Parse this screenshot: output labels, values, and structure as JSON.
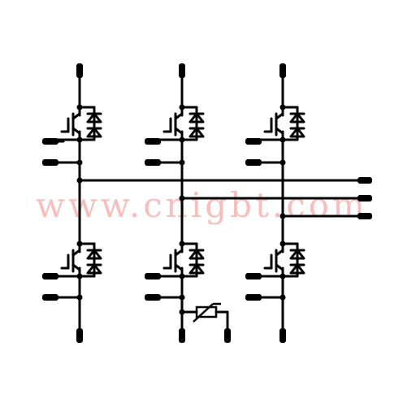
{
  "watermark": {
    "text": "www.cnigbt.com",
    "color": "#f6b3b3"
  },
  "diagram": {
    "kind": "three-phase IGBT bridge schematic",
    "legs": [
      {
        "name": "leg-1",
        "switches": [
          "igbt-with-diodes",
          "igbt-with-diodes"
        ]
      },
      {
        "name": "leg-2",
        "switches": [
          "igbt-with-diodes",
          "igbt-with-diodes"
        ]
      },
      {
        "name": "leg-3",
        "switches": [
          "igbt-with-diodes",
          "igbt-with-diodes"
        ]
      }
    ],
    "outputs": [
      "output-1",
      "output-2",
      "output-3"
    ],
    "extra_component": "thermistor",
    "line_color": "#000000"
  }
}
